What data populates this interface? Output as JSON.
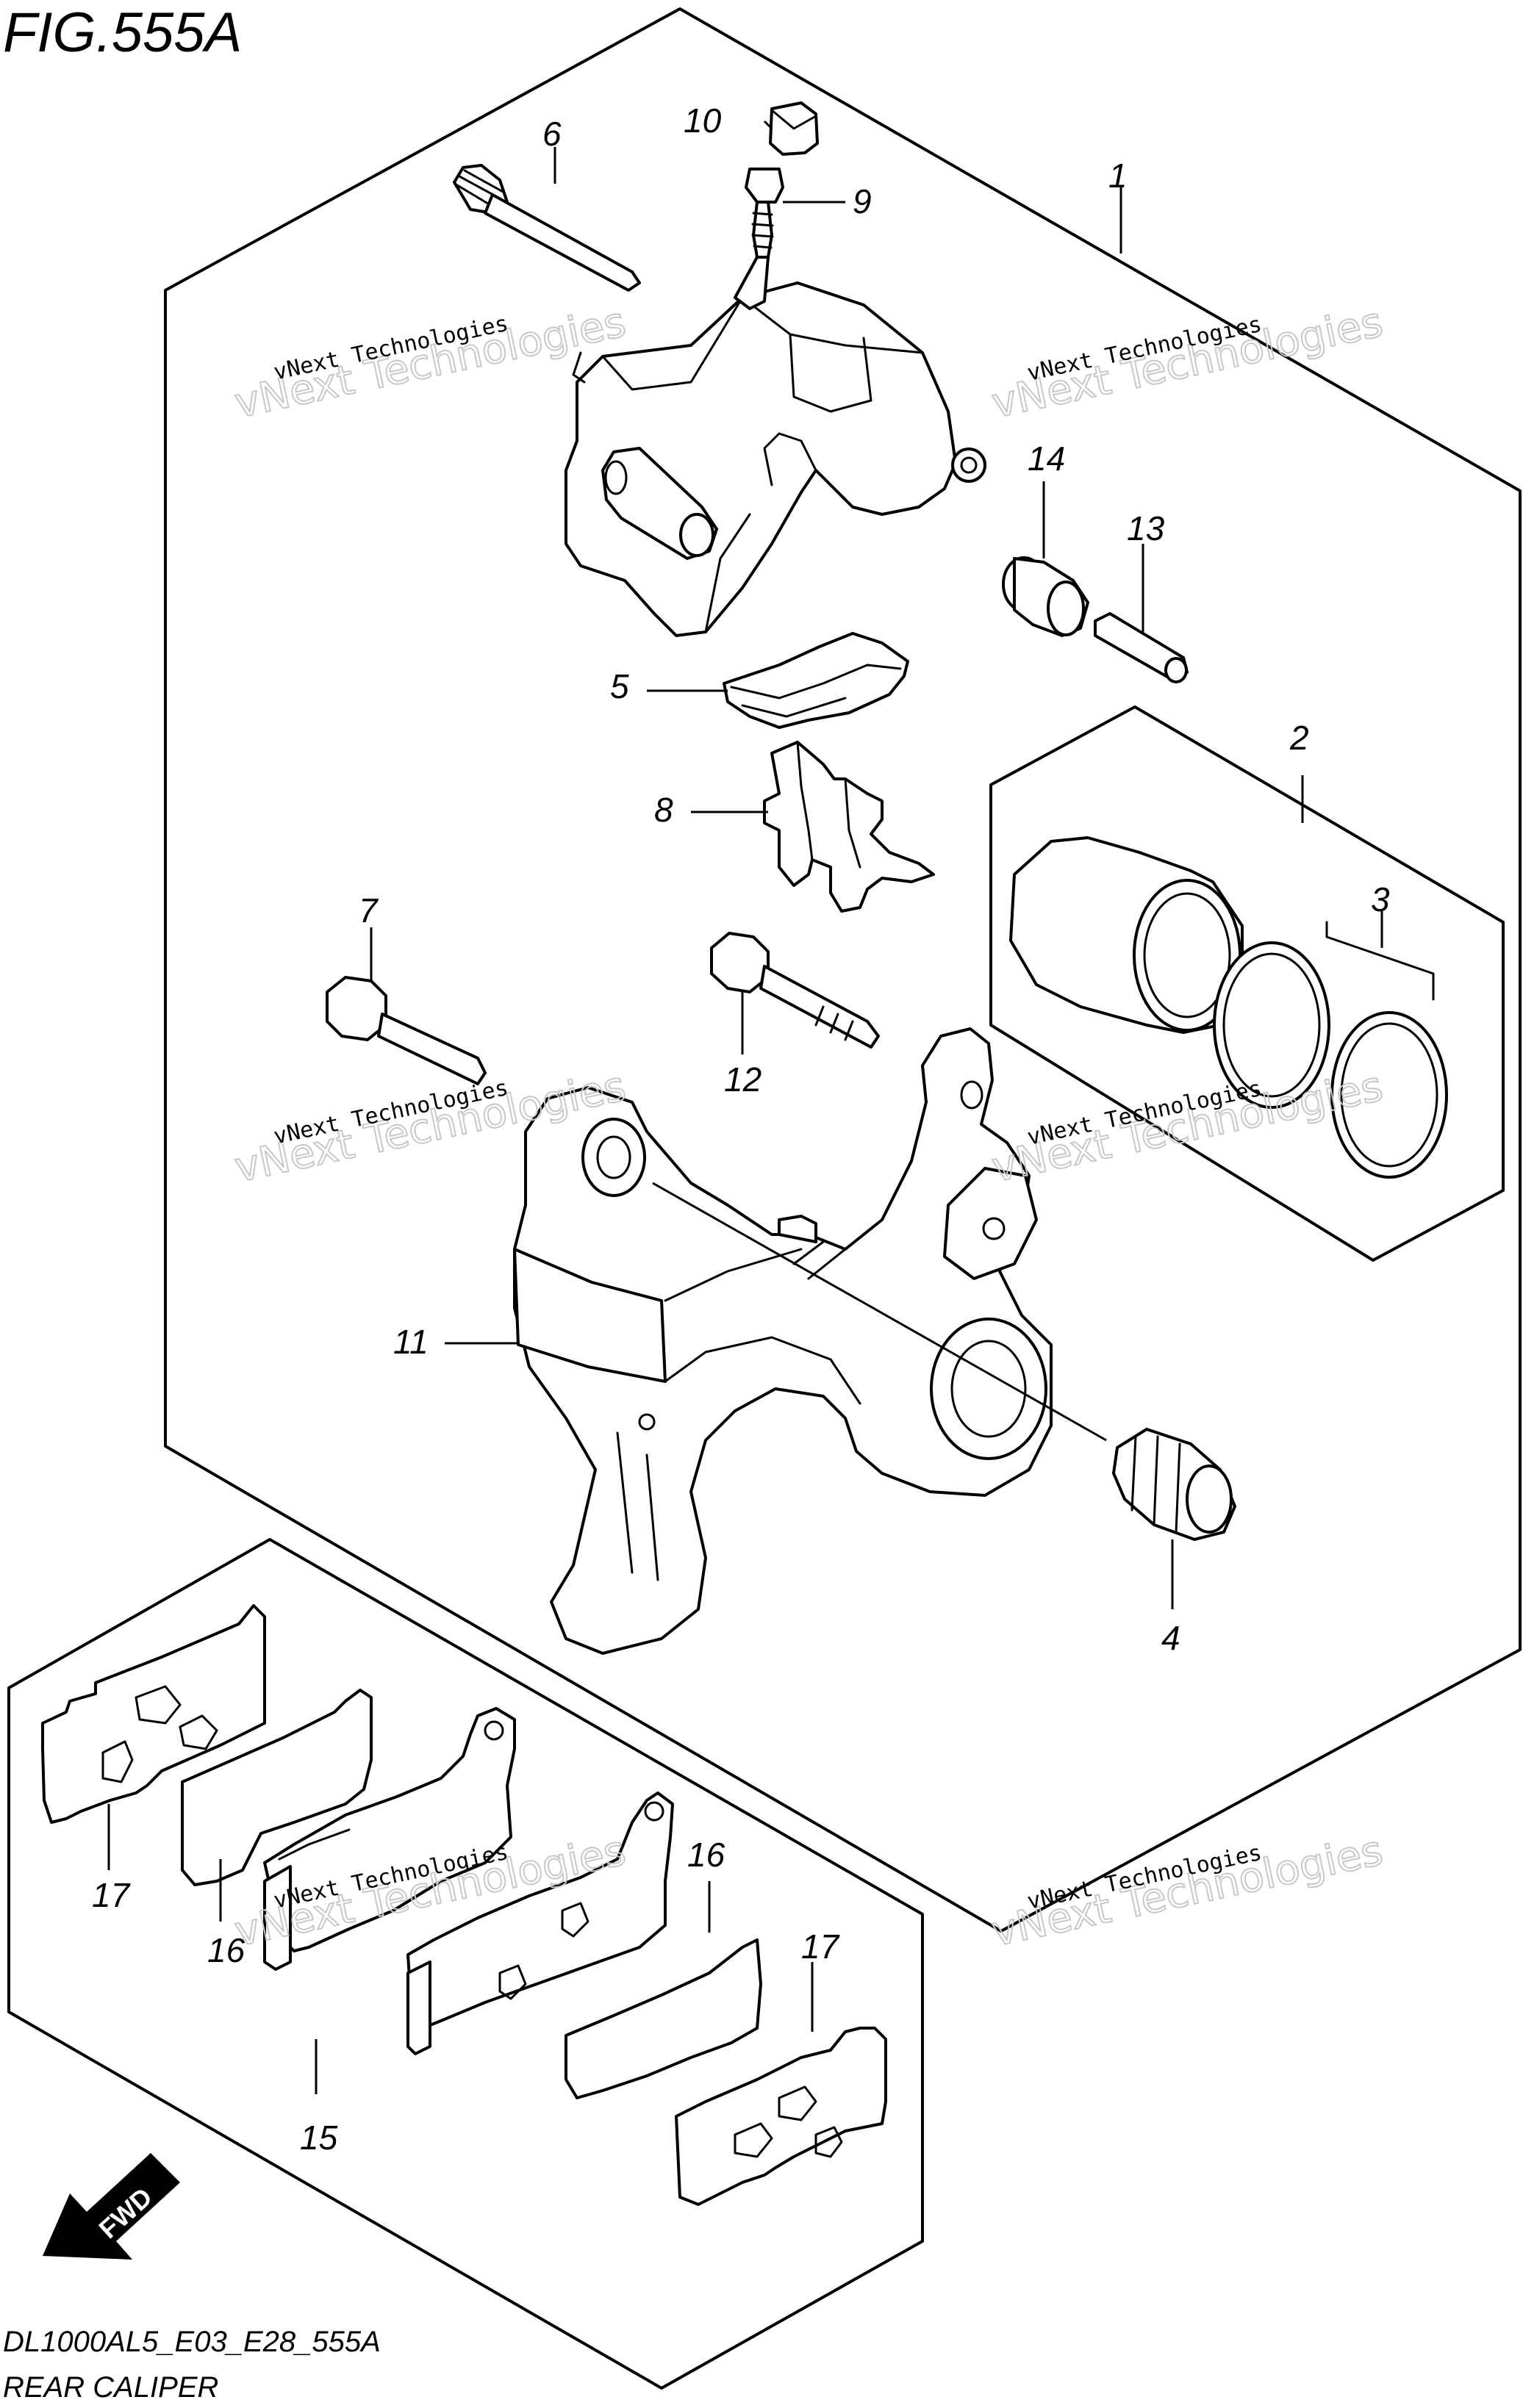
{
  "figure": {
    "title": "FIG.555A",
    "code": "DL1000AL5_E03_E28_555A",
    "name": "REAR CALIPER"
  },
  "callouts": [
    "1",
    "2",
    "3",
    "4",
    "5",
    "6",
    "7",
    "8",
    "9",
    "10",
    "11",
    "12",
    "13",
    "14",
    "15",
    "16",
    "16",
    "17",
    "17"
  ],
  "direction_badge": {
    "label": "FWD",
    "icon": "forward-arrow-icon"
  },
  "watermarks": [
    {
      "small": "vNext Technologies",
      "big": "vNext Technologies"
    },
    {
      "small": "vNext Technologies",
      "big": "vNext Technologies"
    },
    {
      "small": "vNext Technologies",
      "big": "vNext Technologies"
    },
    {
      "small": "vNext Technologies",
      "big": "vNext Technologies"
    },
    {
      "small": "vNext Technologies",
      "big": "vNext Technologies"
    },
    {
      "small": "vNext Technologies",
      "big": "vNext Technologies"
    }
  ]
}
